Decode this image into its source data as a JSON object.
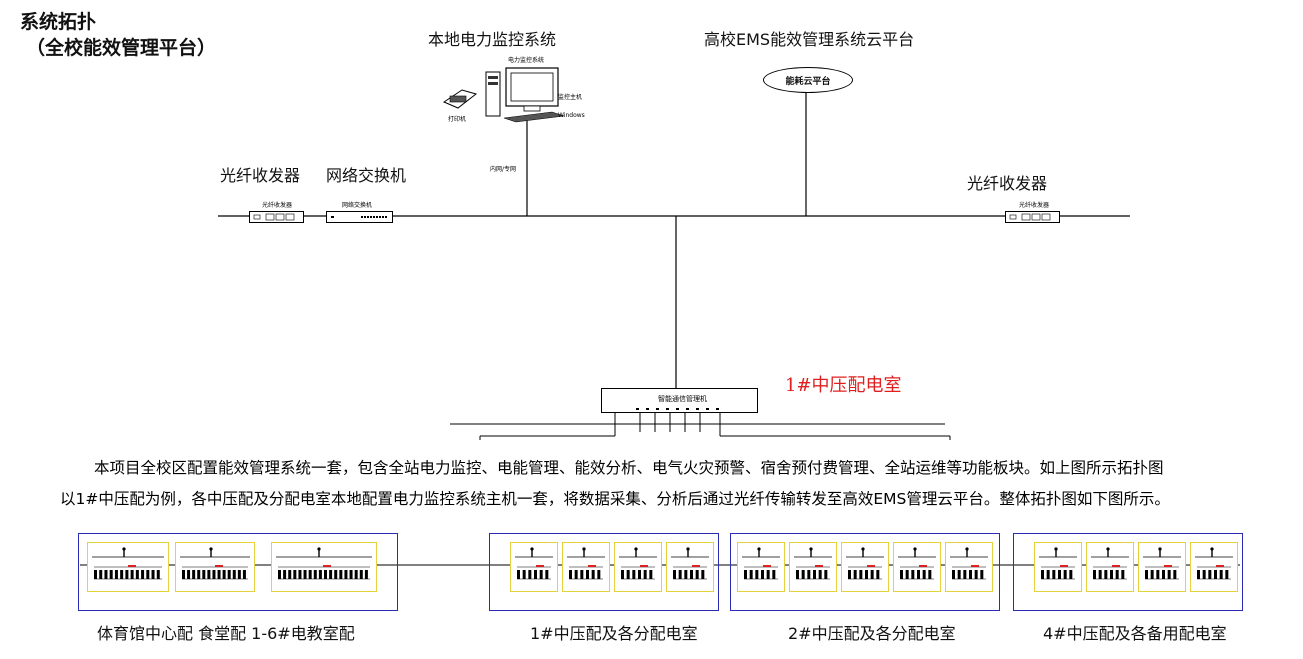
{
  "header": {
    "title": "系统拓扑",
    "subtitle": "（全校能效管理平台）"
  },
  "topology": {
    "local_system_label": "本地电力监控系统",
    "cloud_platform_label": "高校EMS能效管理系统云平台",
    "cloud_node_text": "能耗云平台",
    "left_transceiver_label": "光纤收发器",
    "switch_label": "网络交换机",
    "right_transceiver_label": "光纤收发器",
    "switch_device_text": "网络交换机",
    "transceiver_device_text": "光纤收发器",
    "workstation_text": "电力监控系统",
    "host_text": "监控主机",
    "os_text": "Windows",
    "printer_text": "打印机",
    "intranet_text": "内网/专网",
    "core_device_text": "智能通信管理机",
    "substation_label": "1#中压配电室"
  },
  "description": {
    "line1": "本项目全校区配置能效管理系统一套，包含全站电力监控、电能管理、能效分析、电气火灾预警、宿舍预付费管理、全站运维等功能板块。如上图所示拓扑图",
    "line2": "以1#中压配为例，各中压配及分配电室本地配置电力监控系统主机一套，将数据采集、分析后通过光纤传输转发至高效EMS管理云平台。整体拓扑图如下图所示。"
  },
  "groups": [
    {
      "caption": "体育馆中心配  食堂配  1-6#电教室配",
      "panels": 3
    },
    {
      "caption": "1#中压配及各分配电室",
      "panels": 4
    },
    {
      "caption": "2#中压配及各分配电室",
      "panels": 5
    },
    {
      "caption": "4#中压配及各备用配电室",
      "panels": 4
    }
  ],
  "colors": {
    "line": "#000000",
    "group_border": "#2b2bb5",
    "panel_border": "#e6d23c",
    "accent_red": "#e02020"
  }
}
